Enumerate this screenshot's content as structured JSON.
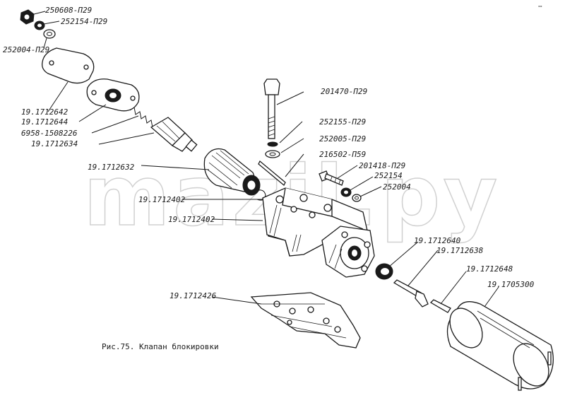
{
  "labels": {
    "l1": "250608-П29",
    "l2": "252154-П29",
    "l3": "252004-П29",
    "l4": "19.1712642",
    "l5": "19.1712644",
    "l6": "6958-1508226",
    "l7": "19.1712634",
    "l8": "19.1712632",
    "l9": "19.1712402",
    "l10": "19.1712402",
    "l11": "201470-П29",
    "l12": "252155-П29",
    "l13": "252005-П29",
    "l14": "216502-П59",
    "l15": "201418-П29",
    "l16": "252154",
    "l17": "252004",
    "l18": "19.1712640",
    "l19": "19.1712638",
    "l20": "19.1712648",
    "l21": "19.1705300",
    "l22": "19.1712426"
  },
  "caption": "Рис.75. Клапан блокировки",
  "watermark": "mazil.py"
}
